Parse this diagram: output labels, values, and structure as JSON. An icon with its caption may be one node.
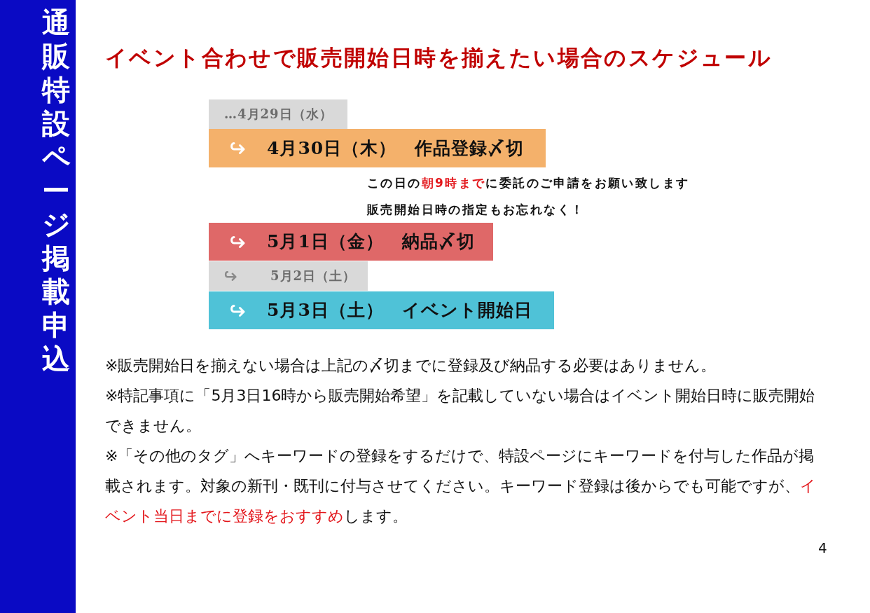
{
  "diagram": {
    "title": "イベント合わせで販売開始日時を揃えたい場合のスケジュール",
    "nodes": [
      {
        "text": [
          "通販特設ページ掲載申込"
        ]
      },
      {
        "text": [
          "…4月29日（水）"
        ]
      },
      {
        "text": [
          "4月30日（木）　作品登録〆切"
        ],
        "beside": [
          "この日の**朝9時まで**に委託のご申請をお願い致します",
          "販売開始日時の指定もお忘れなく！"
        ]
      },
      {
        "text": [
          "5月1日（金）　納品〆切"
        ]
      },
      {
        "text": [
          "5月2日（土）"
        ]
      },
      {
        "text": [
          "5月3日（土）　イベント開始日"
        ]
      }
    ],
    "labels": [
      "※販売開始日を揃えない場合は上記の〆切までに登録及び納品する必要はありません。",
      "※特記事項に「5月3日16時から販売開始希望」を記載していない場合はイベント開始日時に販売開始できません。",
      "※「その他のタグ」へキーワードの登録をするだけで、特設ページにキーワードを付与した作品が掲載されます。対象の新刊・既刊に付与させてください。キーワード登録は後からでも可能ですが、**イベント当日までに登録をおすすめ**します。",
      "4"
    ]
  }
}
